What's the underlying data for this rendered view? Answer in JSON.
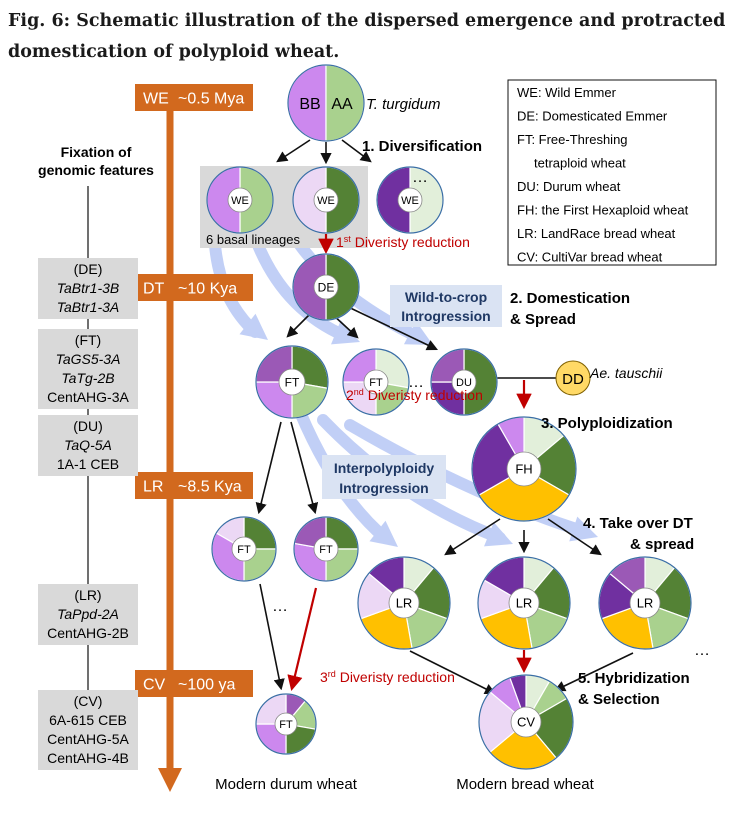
{
  "title": {
    "line1": "Fig. 6: Schematic illustration of the dispersed emergence and protracted",
    "line2": "domestication of polyploid wheat."
  },
  "colors": {
    "timeline": "#d2691e",
    "violet": "#cc88ee",
    "dark_purple": "#7030a0",
    "medium_purple": "#9b59b6",
    "light_lavender": "#ecd8f5",
    "dark_green": "#548235",
    "light_green": "#a9d18e",
    "pale_green": "#e2efda",
    "yellow": "#ffc000",
    "genome_d": "#ffd966",
    "reduction_red": "#c00000",
    "introgression_blue": "#8fa9f0",
    "label_box_blue": "#dae3f3",
    "label_text_blue": "#1f3864",
    "gray_box": "#d9d9d9"
  },
  "timeline": {
    "markers": [
      {
        "code": "WE",
        "time": "~0.5 Mya"
      },
      {
        "code": "DT",
        "time": "~10 Kya"
      },
      {
        "code": "LR",
        "time": "~8.5 Kya"
      },
      {
        "code": "CV",
        "time": "~100 ya"
      }
    ]
  },
  "fixation": {
    "heading_line1": "Fixation of",
    "heading_line2": "genomic features",
    "groups": [
      {
        "stage": "(DE)",
        "lines": [
          {
            "text": "TaBtr1-3B",
            "italic": true
          },
          {
            "text": "TaBtr1-3A",
            "italic": true
          }
        ]
      },
      {
        "stage": "(FT)",
        "lines": [
          {
            "text": "TaGS5-3A",
            "italic": true
          },
          {
            "text": "TaTg-2B",
            "italic": true
          },
          {
            "text": "CentAHG-3A",
            "italic": false
          }
        ]
      },
      {
        "stage": "(DU)",
        "lines": [
          {
            "text": "TaQ-5A",
            "italic": true
          },
          {
            "text": "1A-1 CEB",
            "italic": false
          }
        ]
      },
      {
        "stage": "(LR)",
        "lines": [
          {
            "text": "TaPpd-2A",
            "italic": true
          },
          {
            "text": "CentAHG-2B",
            "italic": false
          }
        ]
      },
      {
        "stage": "(CV)",
        "lines": [
          {
            "text": "6A-615 CEB",
            "italic": false
          },
          {
            "text": "CentAHG-5A",
            "italic": false
          },
          {
            "text": "CentAHG-4B",
            "italic": false
          }
        ]
      }
    ]
  },
  "legend": [
    "WE: Wild Emmer",
    "DE: Domesticated Emmer",
    "FT: Free-Threshing",
    "tetraploid wheat",
    "DU: Durum wheat",
    "FH: the First Hexaploid wheat",
    "LR: LandRace bread wheat",
    "CV: CultiVar bread wheat"
  ],
  "ancestor": {
    "b_label": "BB",
    "a_label": "AA",
    "species": "T. turgidum"
  },
  "stages": {
    "s1": "1. Diversification",
    "s2_line1": "2. Domestication",
    "s2_line2": "& Spread",
    "s3": "3. Polyploidization",
    "s4_line1": "4. Take over DT",
    "s4_line2": "& spread",
    "s5_line1": "5. Hybridization",
    "s5_line2": "& Selection"
  },
  "reductions": {
    "r1_sup": "st",
    "r1_num": "1",
    "r1_text": " Diveristy reduction",
    "r2_sup": "nd",
    "r2_num": "2",
    "r2_text": " Diveristy reduction",
    "r3_sup": "rd",
    "r3_num": "3",
    "r3_text": " Diveristy reduction"
  },
  "introgression": {
    "w2c_line1": "Wild-to-crop",
    "w2c_line2": "Introgression",
    "ip_line1": "Interpolyploidy",
    "ip_line2": "Introgression"
  },
  "basal_lineages": "6 basal lineages",
  "tauschii": {
    "label": "DD",
    "species": "Ae. tauschii"
  },
  "nodes": {
    "we": "WE",
    "de": "DE",
    "ft": "FT",
    "du": "DU",
    "fh": "FH",
    "lr": "LR",
    "cv": "CV",
    "ellipsis": "…"
  },
  "bottom": {
    "durum": "Modern durum wheat",
    "bread": "Modern bread wheat"
  }
}
